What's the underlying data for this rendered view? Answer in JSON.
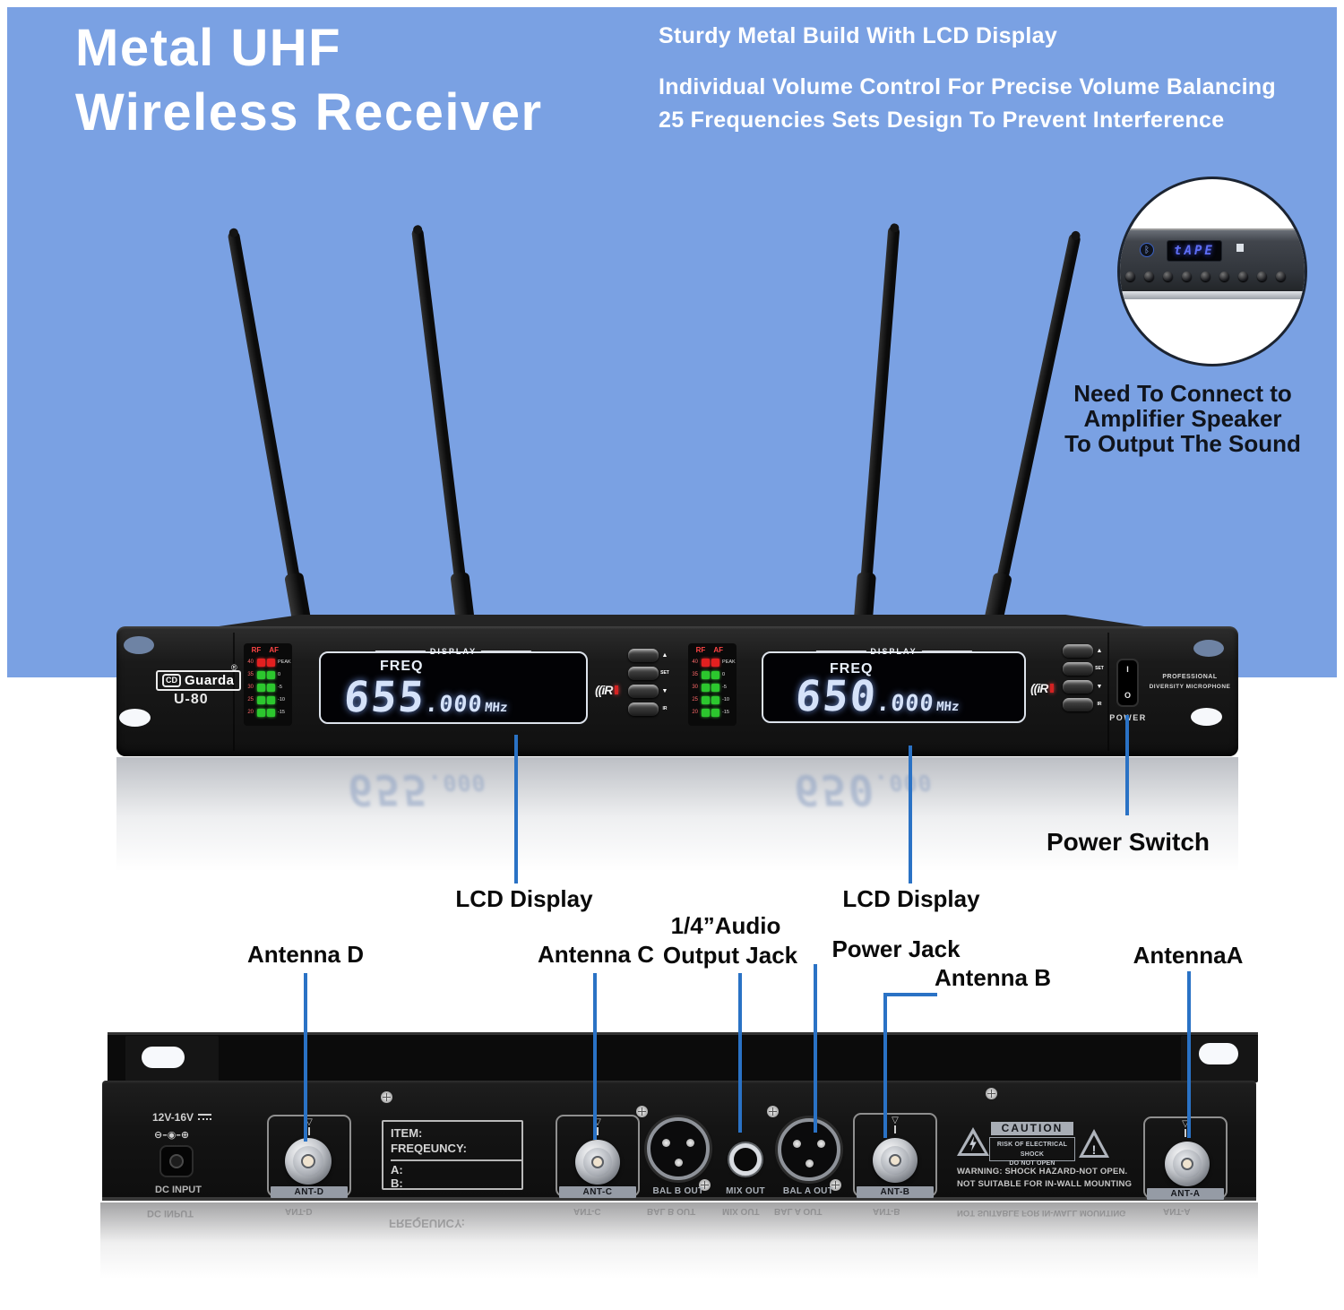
{
  "colors": {
    "hero": "#7aa1e3",
    "leader": "#2a72c5",
    "feature_text": "#ffffff",
    "callout_text": "#0a0a0a"
  },
  "title": {
    "line1": "Metal UHF",
    "line2": "Wireless Receiver"
  },
  "features": [
    "Sturdy Metal Build With LCD Display",
    "Individual Volume Control For Precise Volume Balancing",
    "25 Frequencies Sets Design To Prevent Interference"
  ],
  "inset": {
    "display_text": "tAPE",
    "bluetooth_icon": "ᛒ",
    "caption": [
      "Need To Connect to",
      "Amplifier Speaker",
      "To Output The Sound"
    ]
  },
  "front": {
    "brand_prefix": "CD",
    "brand": "Guarda",
    "registered": "®",
    "model": "U-80",
    "display_header": "DISPLAY",
    "freq_label": "FREQ",
    "channels": [
      {
        "value": "655",
        "decimal": ".000",
        "unit": "MHz"
      },
      {
        "value": "650",
        "decimal": ".000",
        "unit": "MHz"
      }
    ],
    "meter": {
      "col1": "RF",
      "col2": "AF",
      "left_scale": [
        "40",
        "35",
        "30",
        "25",
        "20"
      ],
      "right_scale": [
        "PEAK",
        "0",
        "-5",
        "-10",
        "-15"
      ]
    },
    "buttons": [
      "▲",
      "SET",
      "▼",
      "IR"
    ],
    "ir_label": "((iR",
    "power_switch": {
      "on": "I",
      "off": "O",
      "label": "POWER"
    },
    "badge_line1": "PROFESSIONAL",
    "badge_line2": "DIVERSITY MICROPHONE"
  },
  "callouts": {
    "power_switch": "Power Switch",
    "lcd": "LCD Display",
    "antenna_d": "Antenna D",
    "antenna_c": "Antenna C",
    "audio_line1": "1/4”Audio",
    "audio_line2": "Output Jack",
    "power_jack": "Power Jack",
    "antenna_b": "Antenna B",
    "antenna_a": "AntennaA"
  },
  "rear": {
    "voltage": "12V-16V",
    "polarity": "⊖–◉–⊕",
    "dc_input": "DC INPUT",
    "ant_symbol": "▽",
    "item_box": {
      "item": "ITEM:",
      "frequency": "FREQEUNCY:",
      "a": "A:",
      "b": "B:"
    },
    "ports": {
      "ant_d": "ANT-D",
      "ant_c": "ANT-C",
      "bal_b": "BAL B OUT",
      "mix": "MIX OUT",
      "bal_a": "BAL A OUT",
      "ant_b": "ANT-B",
      "ant_a": "ANT-A"
    },
    "caution": {
      "title": "CAUTION",
      "risk1": "RISK OF ELECTRICAL SHOCK",
      "risk2": "DO NOT OPEN",
      "excl": "!",
      "warn1": "WARNING: SHOCK HAZARD-NOT OPEN.",
      "warn2": "NOT SUITABLE FOR IN-WALL MOUNTING"
    }
  }
}
